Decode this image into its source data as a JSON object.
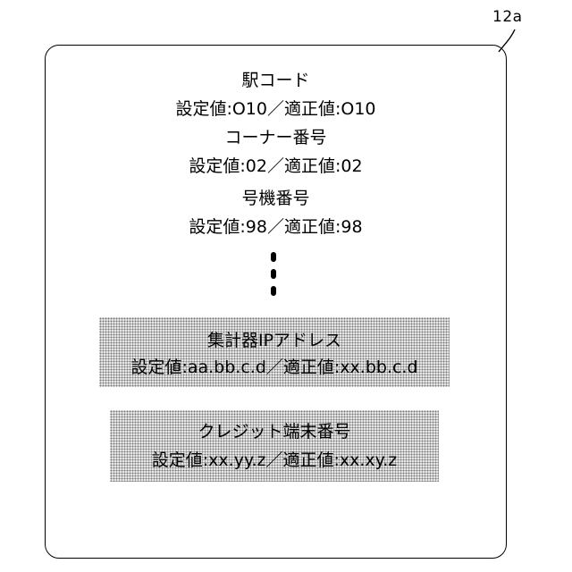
{
  "reference_label": "12a",
  "items": [
    {
      "heading": "駅コード",
      "values": "設定値:O10／適正値:O10"
    },
    {
      "heading": "コーナー番号",
      "values": "設定値:02／適正値:02"
    },
    {
      "heading": "号機番号",
      "values": "設定値:98／適正値:98"
    }
  ],
  "highlighted_items": [
    {
      "heading": "集計器IPアドレス",
      "values": "設定値:aa.bb.c.d／適正値:xx.bb.c.d"
    },
    {
      "heading": "クレジット端末番号",
      "values": "設定値:xx.yy.z／適正値:xx.xy.z"
    }
  ]
}
